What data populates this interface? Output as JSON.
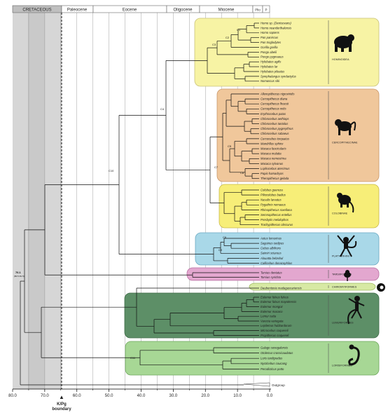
{
  "header": {
    "periods": [
      {
        "label": "CRETACEOUS",
        "shade": "#bfbfbf"
      },
      {
        "label": "Paleocene"
      },
      {
        "label": "Eocene"
      },
      {
        "label": "Oligocene"
      },
      {
        "label": "Miocene"
      },
      {
        "label": "Plio"
      },
      {
        "label": "P"
      }
    ]
  },
  "axis": {
    "ticks": [
      "80.0",
      "70.0",
      "60.0",
      "50.0",
      "40.0",
      "30.0",
      "20.0",
      "10.0",
      "0.0"
    ],
    "kpg_label": "K/Pg",
    "kpg_label2": "boundary"
  },
  "nodes": {
    "root": "76.1",
    "root_sub": "(80.5-81.5)",
    "c1": "C1",
    "c2": "C2",
    "c3": "C3",
    "c4": "C4",
    "c5": "C5",
    "c6": "C6",
    "c7": "C7",
    "c8": "C8",
    "c9": "C9",
    "c10": "C10",
    "c11": "C11"
  },
  "groups": [
    {
      "key": "hominoidea",
      "name": "HOMINOIDEA",
      "color": "#f7f3a4",
      "border": "#c9c27a",
      "taxa": [
        "Homo sp. (Denisovans)",
        "Homo neanderthalensis",
        "Homo sapiens",
        "Pan paniscus",
        "Pan troglodytes",
        "Gorilla gorilla",
        "Pongo abelii",
        "Pongo pygmaeus",
        "Hylobates agilis",
        "Hylobates lar",
        "Hylobates pileatus",
        "Symphalangus syndactylus",
        "Nomascus siki"
      ]
    },
    {
      "key": "cercopithecinae",
      "name": "CERCOPITHECINAE",
      "color": "#f0c79b",
      "border": "#c9976a",
      "taxa": [
        "Allenopithecus nigroviridis",
        "Cercopithecus diana",
        "Cercopithecus lhoesti",
        "Cercopithecus mitis",
        "Erythrocebus patas",
        "Chlorocebus aethiops",
        "Chlorocebus tantalus",
        "Chlorocebus pygerythrus",
        "Chlorocebus sabaeus",
        "Cercocebus torquatus",
        "Mandrillus sphinx",
        "Macaca fascicularis",
        "Macaca mulatta",
        "Macaca nemestrina",
        "Macaca sylvanus",
        "Lophocebus aterrimus",
        "Papio hamadryas",
        "Theropithecus gelada"
      ]
    },
    {
      "key": "colobinae",
      "name": "COLOBINAE",
      "color": "#f7ee78",
      "border": "#c9b94a",
      "taxa": [
        "Colobus guereza",
        "Piliocolobus badius",
        "Nasalis larvatus",
        "Pygathrix nemaeus",
        "Rhinopithecus roxellana",
        "Semnopithecus entellus",
        "Presbytis melalophos",
        "Trachypithecus obscurus"
      ]
    },
    {
      "key": "platyrrhini",
      "name": "PLATYRRHINI",
      "color": "#a9d8e8",
      "border": "#6aa9c2",
      "taxa": [
        "Aotus lemurinus",
        "Saguinus oedipus",
        "Cebus albifrons",
        "Saimiri sciureus",
        "Alouatta belzebul",
        "Callicebus donacophilus"
      ]
    },
    {
      "key": "tarsiiformes",
      "name": "TARSIIFORMES",
      "color": "#e3a7cf",
      "border": "#b96fa2",
      "taxa": [
        "Tarsius dentatus",
        "Tarsius syrichta"
      ]
    },
    {
      "key": "chiromyiformes",
      "name": "CHIROMYIFORMES",
      "color": "#d7e9a4",
      "border": "#9fba62",
      "taxa": [
        "Daubentonia madagascariensis"
      ]
    },
    {
      "key": "lemuriformes",
      "name": "LEMURIFORMES",
      "color": "#5d8f67",
      "border": "#3f6b48",
      "taxa": [
        "Eulemur fulvus fulvus",
        "Eulemur fulvus mayottensis",
        "Eulemur mongoz",
        "Eulemur macaco",
        "Lemur catta",
        "Varecia variegata",
        "Lepilemur hubbardorum",
        "Microcebus coquereli",
        "Propithecus coquereli"
      ]
    },
    {
      "key": "lorisiformes",
      "name": "LORISIFORMES",
      "color": "#a7d795",
      "border": "#6ea85c",
      "taxa": [
        "Galago senegalensis",
        "Otolemur crassicaudatus",
        "Loris tardigradus",
        "Nycticebus coucang",
        "Perodicticus potto"
      ]
    }
  ],
  "outgroup": "Outgroup",
  "icons": [
    "gorilla-icon",
    "baboon-icon",
    "colobus-icon",
    "spider-monkey-icon",
    "tarsier-icon",
    "aye-aye-icon",
    "lemur-icon",
    "loris-icon"
  ]
}
